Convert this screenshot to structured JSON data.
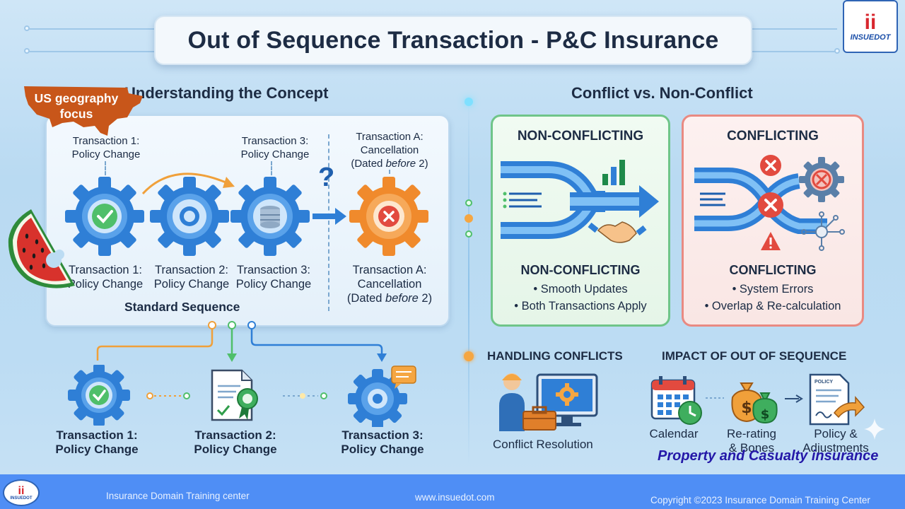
{
  "title": "Out of Sequence Transaction - P&C Insurance",
  "logo": {
    "mark": "ii",
    "name": "INSUEDOT"
  },
  "sticker_us": "US geography focus",
  "left_section": {
    "title": "Understanding the Concept",
    "top_labels": [
      {
        "line1": "Transaction 1:",
        "line2": "Policy Change"
      },
      {
        "line1": "Transaction 3:",
        "line2": "Policy Change"
      },
      {
        "line1": "Transaction A:",
        "line2": "Cancellation",
        "line3a": "(Dated ",
        "line3b": "before",
        "line3c": " 2)"
      }
    ],
    "question_mark": "?",
    "bottom_labels": [
      {
        "line1": "Transaction 1:",
        "line2": "Policy Change"
      },
      {
        "line1": "Transaction 2:",
        "line2": "Policy Change"
      },
      {
        "line1": "Transaction 3:",
        "line2": "Policy Change"
      },
      {
        "line1": "Transaction A:",
        "line2": "Cancellation",
        "line3a": "(Dated ",
        "line3b": "before",
        "line3c": " 2)"
      }
    ],
    "sequence_label": "Standard Sequence",
    "lower_items": [
      {
        "line1": "Transaction 1:",
        "line2": "Policy Change"
      },
      {
        "line1": "Transaction 2:",
        "line2": "Policy Change"
      },
      {
        "line1": "Transaction 3:",
        "line2": "Policy Change"
      }
    ]
  },
  "right_section": {
    "title": "Conflict vs. Non-Conflict",
    "non_conflicting": {
      "heading": "NON-CONFLICTING",
      "subheading": "NON-CONFLICTING",
      "bullets": [
        "• Smooth Updates",
        "• Both Transactions Apply"
      ]
    },
    "conflicting": {
      "heading": "CONFLICTING",
      "subheading": "CONFLICTING",
      "bullets": [
        "• System Errors",
        "• Overlap & Re-calculation"
      ]
    },
    "handling": {
      "title": "HANDLING CONFLICTS",
      "caption": "Conflict Resolution"
    },
    "impact": {
      "title": "IMPACT OF OUT OF SEQUENCE",
      "items": [
        {
          "line1": "Calendar",
          "line2": ""
        },
        {
          "line1": "Re-rating",
          "line2": "& Bones"
        },
        {
          "line1": "Policy &",
          "line2": "Adjustments"
        }
      ],
      "doc_label": "POLICY"
    }
  },
  "caption_pc": "Property and Casualty insurance",
  "footer": {
    "left": "Insurance Domain Training center",
    "center": "www.insuedot.com",
    "right": "Copyright ©2023 Insurance Domain Training Center",
    "logo_mark": "ii",
    "logo_name": "INSUEDOT"
  },
  "colors": {
    "gear_blue": "#2f7fd6",
    "gear_orange": "#f08a2c",
    "green": "#4fbf6a",
    "red": "#e24a3f",
    "footer": "#4f8ef5"
  }
}
